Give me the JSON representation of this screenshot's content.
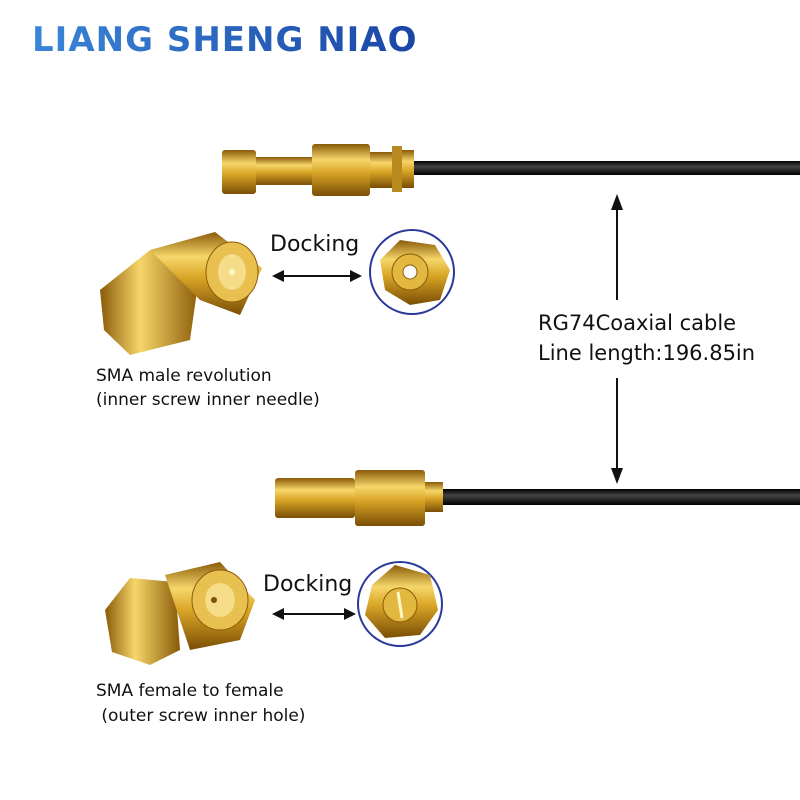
{
  "brand": "LIANG SHENG NIAO",
  "top_connector": {
    "docking_label": "Docking",
    "caption_line1": "SMA male revolution",
    "caption_line2": "(inner screw inner needle)"
  },
  "bottom_connector": {
    "docking_label": "Docking",
    "caption_line1": "SMA female to female",
    "caption_line2": " (outer screw inner hole)"
  },
  "cable_spec": {
    "line1": "RG74Coaxial cable",
    "line2": "Line length:196.85in"
  },
  "colors": {
    "brand_blue": "#2a66c4",
    "gold": "#d4a020",
    "cable": "#111111",
    "circle_border": "#2a3a9a"
  }
}
